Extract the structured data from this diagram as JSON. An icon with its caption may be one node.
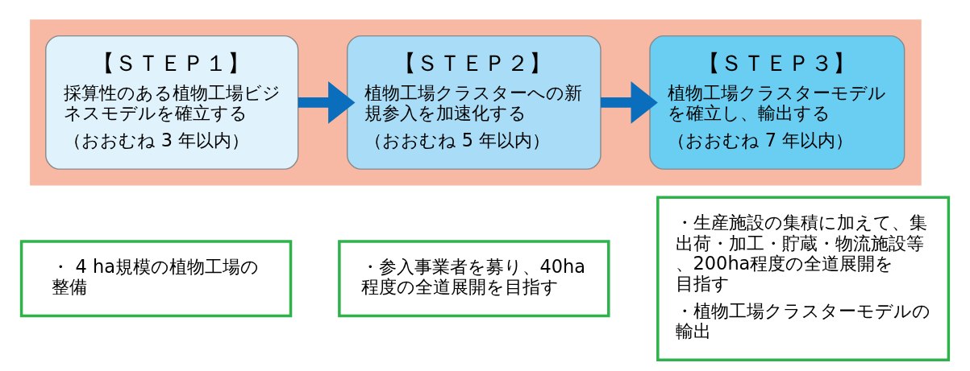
{
  "diagram": {
    "nodes": [
      {
        "text": [],
        "shape": "band"
      },
      {
        "text": [
          "【ＳＴＥＰ１】",
          "採算性のある植物工場ビジネスモデルを確立する",
          "（おおむね 3 年以内）"
        ],
        "in": 0
      },
      {
        "text": [
          "【ＳＴＥＰ２】",
          "植物工場クラスターへの新規参入を加速化する",
          "（おおむね 5 年以内）"
        ],
        "in": 0
      },
      {
        "text": [
          "【ＳＴＥＰ３】",
          "植物工場クラスターモデルを確立し、輸出する",
          "（おおむね 7 年以内）"
        ],
        "in": 0
      },
      {
        "text": [
          "・ 4 ha規模の植物工場の整備"
        ]
      },
      {
        "text": [
          "・参入事業者を募り、40ha程度の全道展開を目指す"
        ]
      },
      {
        "text": [
          "・生産施設の集積に加えて、集出荷・加工・貯蔵・物流施設等、200ha程度の全道展開を目指す",
          "・植物工場クラスターモデルの輸出"
        ]
      }
    ],
    "edges": [
      {
        "from": 1,
        "to": 2,
        "arrow": "to"
      },
      {
        "from": 2,
        "to": 3,
        "arrow": "to"
      }
    ]
  }
}
